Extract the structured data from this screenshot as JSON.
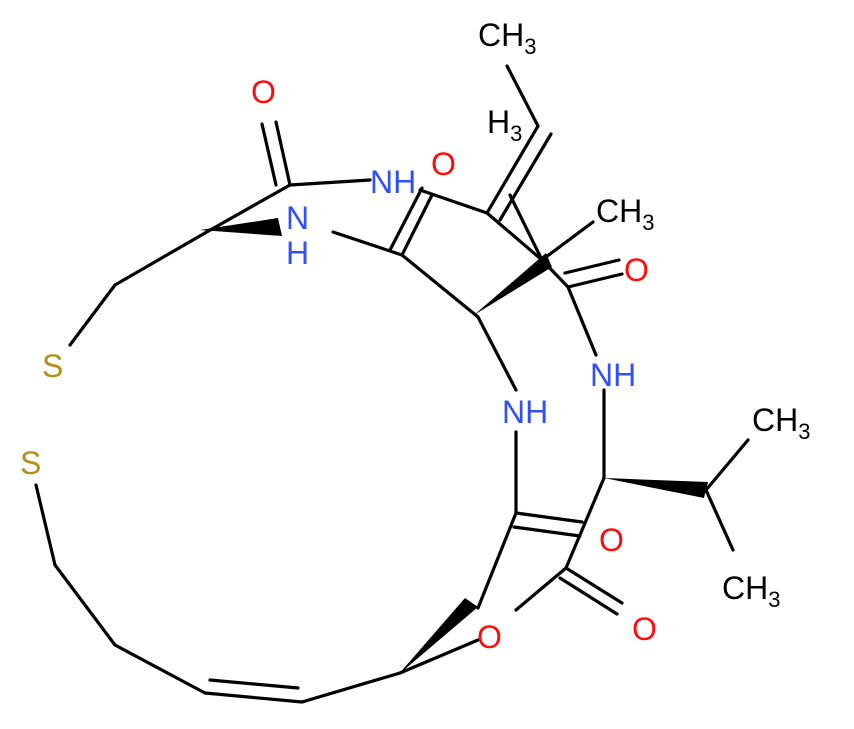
{
  "colors": {
    "bond": "#000000",
    "oxygen": "#ff0d0d",
    "nitrogen": "#3050f8",
    "sulfur": "#b39116",
    "carbon": "#000000"
  },
  "atoms": {
    "o_top": "O",
    "nh_top": "NH",
    "o_center": "O",
    "ch3_top": {
      "main": "CH",
      "sub": "3"
    },
    "h3_partial": {
      "main": "H",
      "sub": "3"
    },
    "ch3_mid": {
      "main": "CH",
      "sub": "3"
    },
    "o_right": "O",
    "nh_left_n": "N",
    "nh_left_h": "H",
    "nh_right": "NH",
    "s_upper": "S",
    "s_lower": "S",
    "nh_center": "NH",
    "ch3_right_upper": {
      "main": "CH",
      "sub": "3"
    },
    "o_mid_right": "O",
    "ch3_right_lower": {
      "main": "CH",
      "sub": "3"
    },
    "o_ring": "O",
    "o_lower_right": "O"
  }
}
